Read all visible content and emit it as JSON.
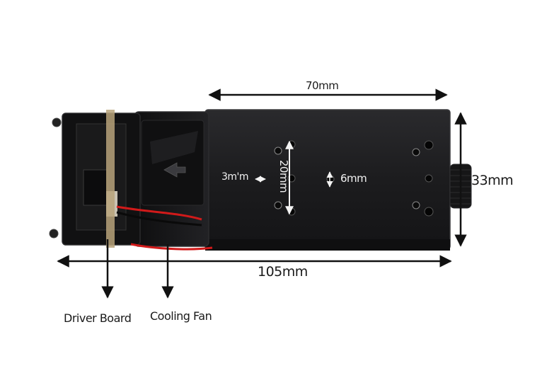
{
  "labels": {
    "width_top": "70mm",
    "length_total": "105mm",
    "height": "33mm",
    "hole_diameter_small": "3m'm",
    "hole_spacing": "20mm",
    "hole_diameter_center": "6mm",
    "driver_board": "Driver Board",
    "cooling_fan": "Cooling Fan"
  },
  "colors": {
    "body": "#1c1c1e",
    "body_edge": "#2f2f32",
    "wire_red": "#d11a1a",
    "strap": "#b8a37a",
    "arrow": "#111111",
    "annotation_white": "#f4f4f4"
  }
}
